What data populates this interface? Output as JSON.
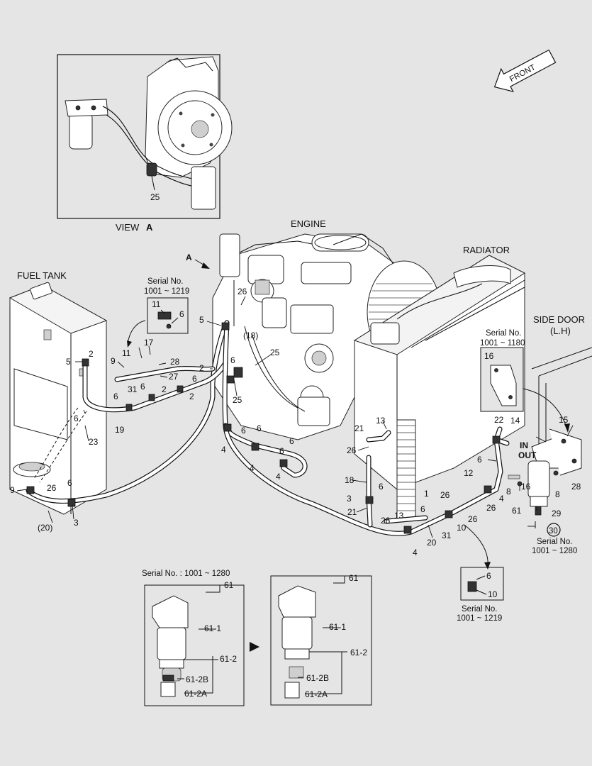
{
  "view_a": {
    "label": "VIEW",
    "letter": "A",
    "callout": "25"
  },
  "front_label": "FRONT",
  "headings": {
    "engine": "ENGINE",
    "radiator": "RADIATOR",
    "fuel_tank": "FUEL TANK",
    "side_door_1": "SIDE DOOR",
    "side_door_2": "(L.H)",
    "view_arrow": "A"
  },
  "serial_boxes": {
    "left": {
      "line1": "Serial No.",
      "line2": "1001 ~ 1219",
      "parts": [
        "11",
        "6"
      ]
    },
    "right": {
      "line1": "Serial No.",
      "line2": "1001 ~ 1180",
      "parts": [
        "16"
      ]
    },
    "clamp": {
      "line1": "Serial No.",
      "line2": "1001 ~ 1219",
      "parts": [
        "6",
        "10"
      ]
    },
    "part30": {
      "line1": "Serial No.",
      "line2": "1001 ~ 1280",
      "circled": "30"
    }
  },
  "filter_detail": {
    "serial": "Serial No. : 1001 ~ 1280",
    "left": {
      "assy": "61",
      "body": "61-1",
      "bowl": "61-2",
      "seal": "61-2B",
      "drain": "61-2A"
    },
    "right": {
      "assy": "61",
      "body": "61-1",
      "bowl": "61-2",
      "seal": "61-2B",
      "drain": "61-2A"
    }
  },
  "flow_labels": {
    "in": "IN",
    "out": "OUT"
  },
  "callouts": [
    "26",
    "(18)",
    "5",
    "25",
    "2",
    "6",
    "9",
    "11",
    "17",
    "28",
    "27",
    "31",
    "2",
    "6",
    "2",
    "6",
    "2",
    "5",
    "6",
    "6",
    "19",
    "23",
    "25",
    "6",
    "6",
    "4",
    "6",
    "4",
    "6",
    "4",
    "9",
    "26",
    "6",
    "3",
    "(20)",
    "13",
    "21",
    "26",
    "18",
    "3",
    "6",
    "21",
    "26",
    "13",
    "6",
    "20",
    "4",
    "26",
    "10",
    "26",
    "31",
    "1",
    "6",
    "12",
    "4",
    "26",
    "22",
    "14",
    "8",
    "16",
    "15",
    "8",
    "28",
    "61",
    "29"
  ]
}
